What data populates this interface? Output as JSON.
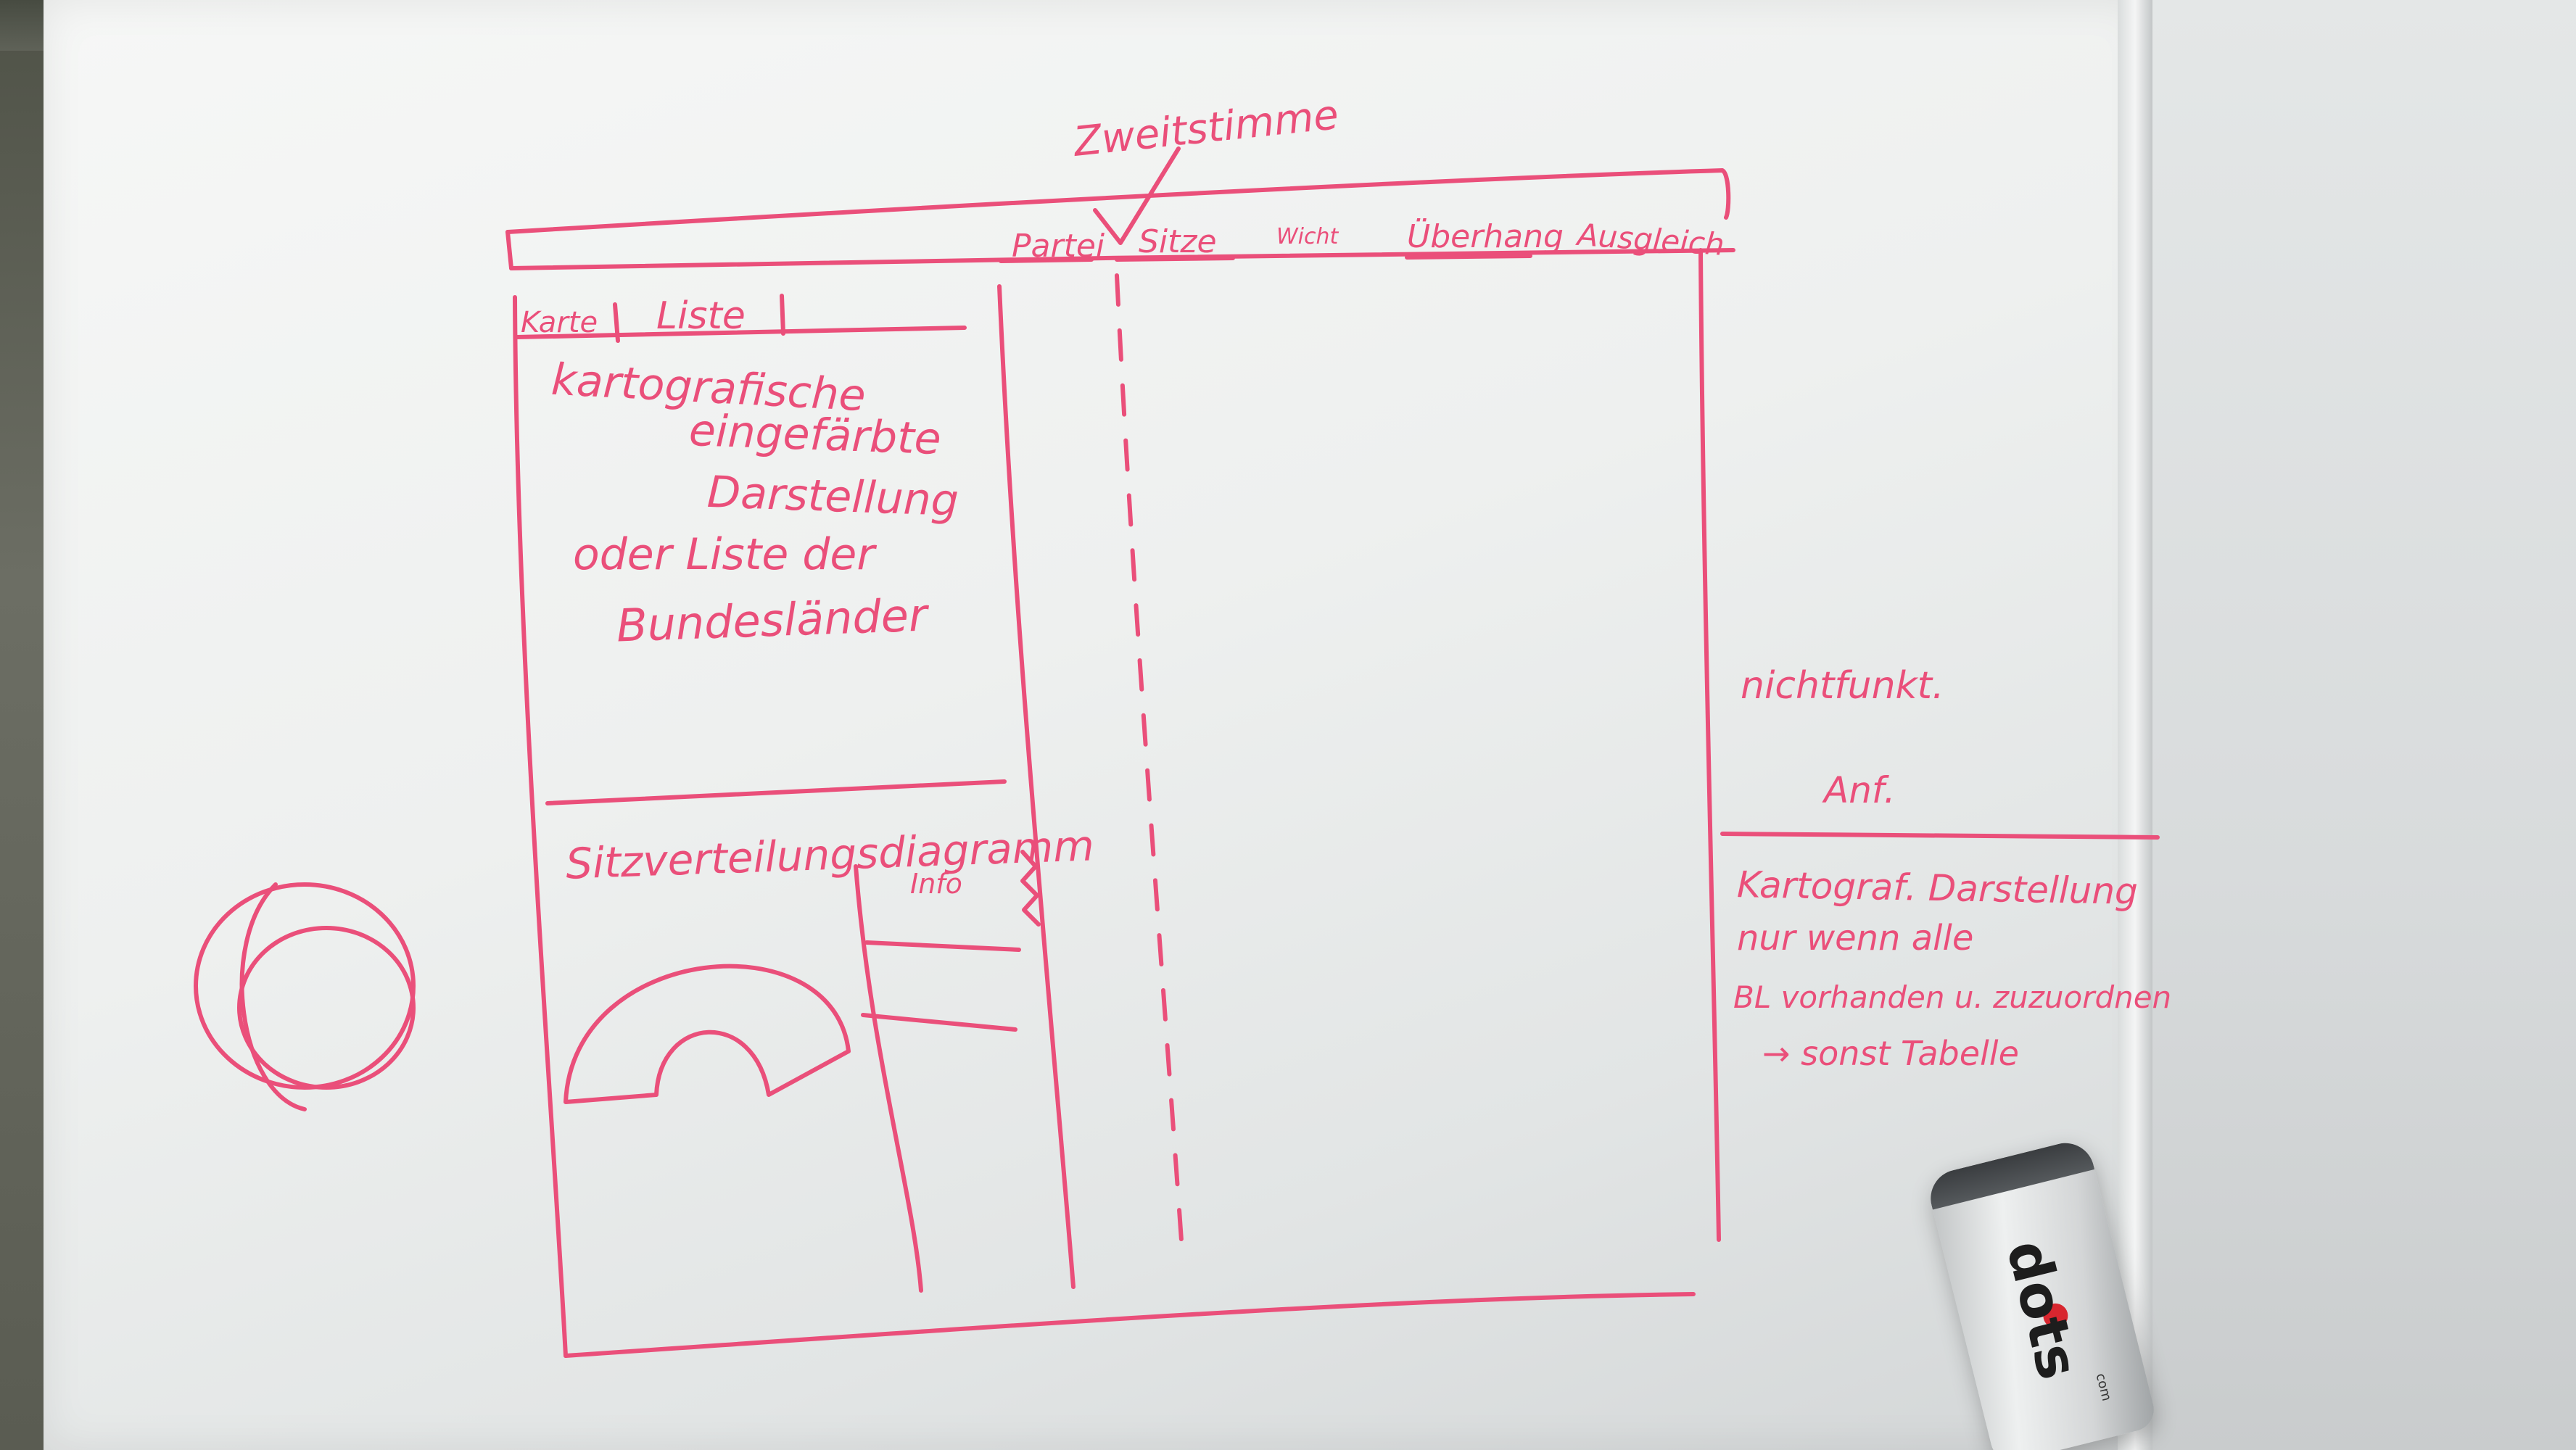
{
  "ink_color": "#ea4f7a",
  "top_label": "Zweitstimme",
  "columns": [
    "Partei",
    "Sitze",
    "Wicht",
    "Überhang",
    "Ausgleich"
  ],
  "tabs": [
    "Karte",
    "Liste"
  ],
  "panel_text": [
    "kartografische",
    "eingefärbte",
    "Darstellung",
    "oder Liste der",
    "Bundesländer"
  ],
  "diagram_label": "Sitzverteilungsdiagramm",
  "info_label": "Info",
  "side_note_1": "nichtfunkt.",
  "side_note_2": "Anf.",
  "side_notes": [
    "Kartograf. Darstellung",
    "nur wenn alle",
    "BL vorhanden u. zuzuordnen",
    "→ sonst Tabelle"
  ],
  "eraser": {
    "brand": "dots",
    "sub": "com"
  }
}
